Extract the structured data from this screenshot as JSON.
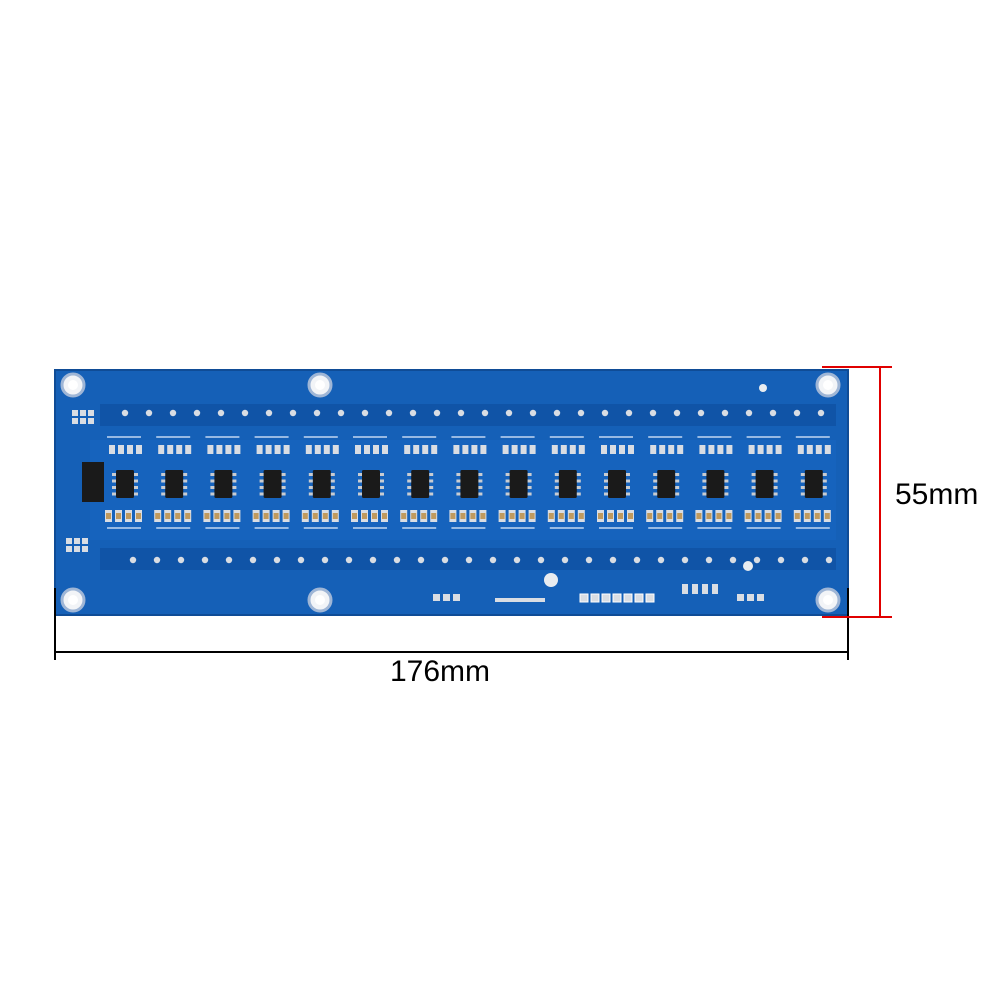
{
  "dimensions": {
    "width_label": "176mm",
    "height_label": "55mm"
  },
  "colors": {
    "background": "#ffffff",
    "pcb": "#1560b7",
    "pcb_edge": "#0f4c96",
    "pad": "#d9dde3",
    "chip": "#1a1a1a",
    "mount_hole": "#f2f4f7",
    "width_dimension_line": "#000000",
    "height_dimension_line": "#e00000"
  },
  "board": {
    "channel_count": 15,
    "mounting_holes": 6
  }
}
